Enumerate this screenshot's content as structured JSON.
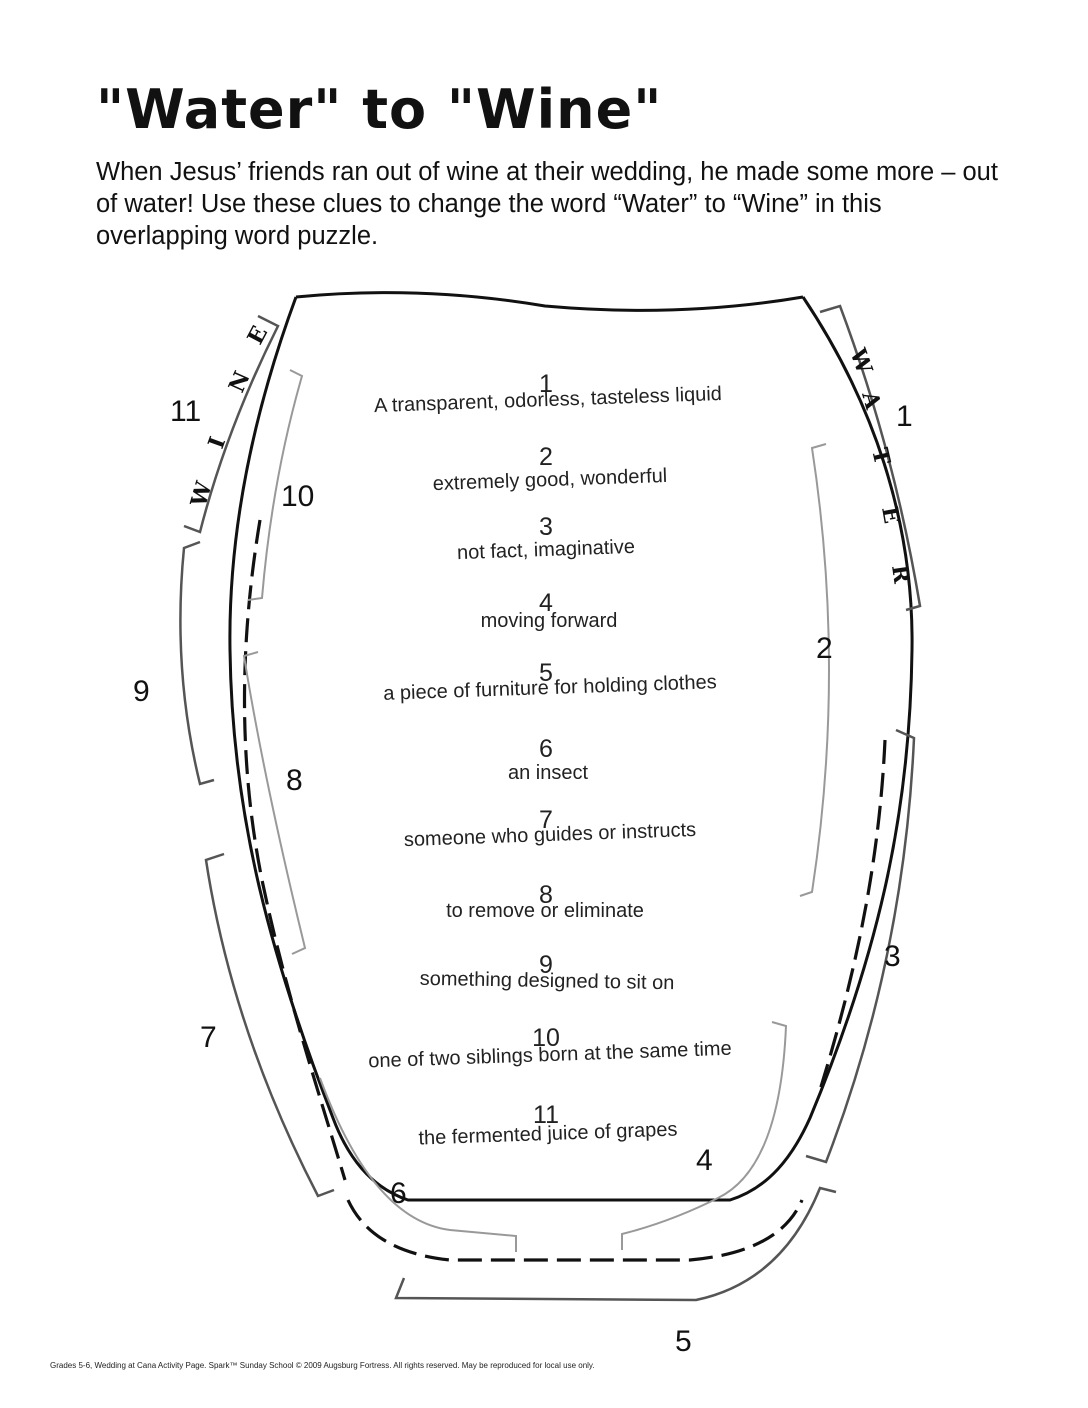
{
  "title": "\"Water\" to \"Wine\"",
  "intro": "When Jesus’ friends ran out of wine at their wedding, he made some more – out of water! Use these clues to change the word “Water” to “Wine” in this overlapping word puzzle.",
  "clues": [
    {
      "num": "1",
      "text": "A transparent, odorless, tasteless liquid"
    },
    {
      "num": "2",
      "text": "extremely good, wonderful"
    },
    {
      "num": "3",
      "text": "not fact, imaginative"
    },
    {
      "num": "4",
      "text": "moving forward"
    },
    {
      "num": "5",
      "text": "a piece of furniture for holding clothes"
    },
    {
      "num": "6",
      "text": "an insect"
    },
    {
      "num": "7",
      "text": "someone who guides or instructs"
    },
    {
      "num": "8",
      "text": "to remove or eliminate"
    },
    {
      "num": "9",
      "text": "something designed to sit on"
    },
    {
      "num": "10",
      "text": "one of two siblings born at the same time"
    },
    {
      "num": "11",
      "text": "the fermented juice of grapes"
    }
  ],
  "start_word": [
    "W",
    "A",
    "T",
    "E",
    "R"
  ],
  "end_word": [
    "W",
    "I",
    "N",
    "E"
  ],
  "side_numbers": [
    "1",
    "2",
    "3",
    "4",
    "5",
    "6",
    "7",
    "8",
    "9",
    "10",
    "11"
  ],
  "footer": "Grades 5-6, Wedding at Cana Activity Page.  Spark™ Sunday School © 2009 Augsburg Fortress.  All rights reserved.  May be reproduced for local use only."
}
